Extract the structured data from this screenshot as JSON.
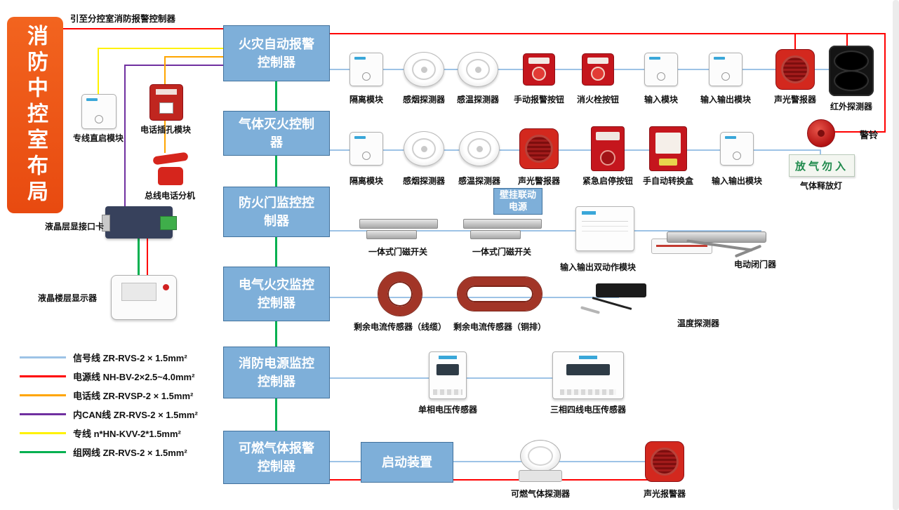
{
  "banner": {
    "text": "消防中控室布局"
  },
  "top_note": {
    "text": "引至分控室消防报警控制器"
  },
  "controllers": {
    "fire_alarm": "火灾自动报警控制器",
    "gas_extinguish": "气体灭火控制器",
    "fire_door": "防火门监控控制器",
    "electrical_fire": "电气火灾监控控制器",
    "power_monitor": "消防电源监控控制器",
    "combustible_gas": "可燃气体报警控制器",
    "start_device": "启动装置"
  },
  "left_devices": {
    "dedicated_line_module": "专线直启模块",
    "phone_jack_module": "电话插孔模块",
    "bus_phone_extension": "总线电话分机",
    "lcd_interface_card": "液晶层显接口卡",
    "lcd_floor_display": "液晶楼层显示器"
  },
  "row1": {
    "items": [
      {
        "label": "隔离模块",
        "icon": "isolation-module-icon"
      },
      {
        "label": "感烟探测器",
        "icon": "smoke-detector-icon"
      },
      {
        "label": "感温探测器",
        "icon": "heat-detector-icon"
      },
      {
        "label": "手动报警按钮",
        "icon": "manual-alarm-button-icon"
      },
      {
        "label": "消火栓按钮",
        "icon": "hydrant-button-icon"
      },
      {
        "label": "输入模块",
        "icon": "input-module-icon"
      },
      {
        "label": "输入输出模块",
        "icon": "io-module-icon"
      },
      {
        "label": "声光警报器",
        "icon": "sound-light-alarm-icon"
      },
      {
        "label": "红外探测器",
        "icon": "infrared-detector-icon"
      }
    ]
  },
  "row2": {
    "items": [
      {
        "label": "隔离模块",
        "icon": "isolation-module-icon"
      },
      {
        "label": "感烟探测器",
        "icon": "smoke-detector-icon"
      },
      {
        "label": "感温探测器",
        "icon": "heat-detector-icon"
      },
      {
        "label": "声光警报器",
        "icon": "sound-light-alarm-icon"
      },
      {
        "label": "紧急启停按钮",
        "icon": "emergency-start-stop-button-icon"
      },
      {
        "label": "手自动转换盒",
        "icon": "manual-auto-transfer-box-icon"
      },
      {
        "label": "输入输出模块",
        "icon": "io-module-icon"
      }
    ],
    "bell_label": "警铃",
    "gas_release_sign": "放气勿入",
    "gas_release_label": "气体释放灯"
  },
  "row3": {
    "door_switch_1": "一体式门磁开关",
    "door_switch_2": "一体式门磁开关",
    "wall_linkage_power": "壁挂联动电源",
    "dual_action_module": "输入输出双动作模块",
    "door_closer": "电动闭门器"
  },
  "row4": {
    "residual_cable": "剩余电流传感器（线缆）",
    "residual_copper": "剩余电流传感器（铜排）",
    "temp_detector": "温度探测器"
  },
  "row5": {
    "single_phase": "单相电压传感器",
    "three_phase": "三相四线电压传感器"
  },
  "row6": {
    "gas_detector": "可燃气体探测器",
    "sound_light_alarm": "声光报警器"
  },
  "legend": {
    "items": [
      {
        "label": "信号线 ZR-RVS-2 × 1.5mm²",
        "color": "#9DC3E6"
      },
      {
        "label": "电源线 NH-BV-2×2.5~4.0mm²",
        "color": "#FF0000"
      },
      {
        "label": "电话线 ZR-RVSP-2 × 1.5mm²",
        "color": "#FFA500"
      },
      {
        "label": "内CAN线 ZR-RVS-2 × 1.5mm²",
        "color": "#7030A0"
      },
      {
        "label": "专线 n*HN-KVV-2*1.5mm²",
        "color": "#FFF200"
      },
      {
        "label": "组网线 ZR-RVS-2 × 1.5mm²",
        "color": "#00B050"
      }
    ]
  }
}
